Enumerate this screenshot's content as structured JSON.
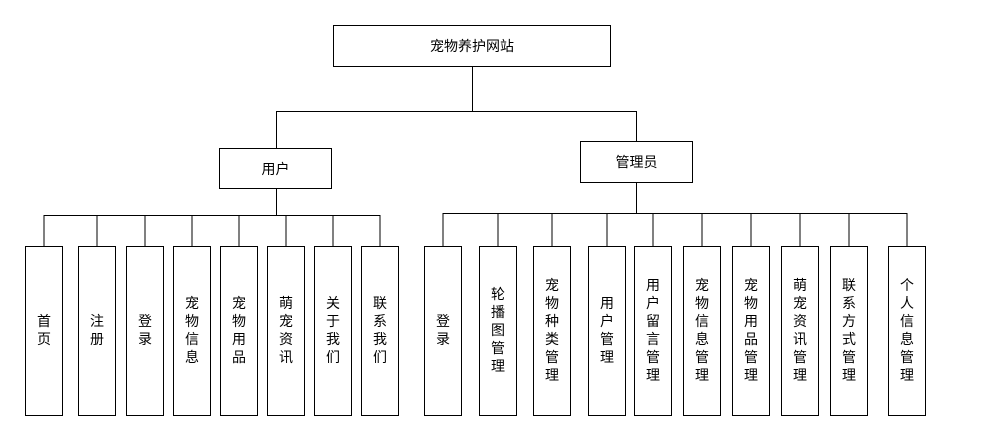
{
  "root": {
    "label": "宠物养护网站"
  },
  "branches": [
    {
      "label": "用户",
      "children": [
        "首页",
        "注册",
        "登录",
        "宠物信息",
        "宠物用品",
        "萌宠资讯",
        "关于我们",
        "联系我们"
      ]
    },
    {
      "label": "管理员",
      "children": [
        "登录",
        "轮播图管理",
        "宠物种类管理",
        "用户管理",
        "用户留言管理",
        "宠物信息管理",
        "宠物用品管理",
        "萌宠资讯管理",
        "联系方式管理",
        "个人信息管理"
      ]
    }
  ]
}
